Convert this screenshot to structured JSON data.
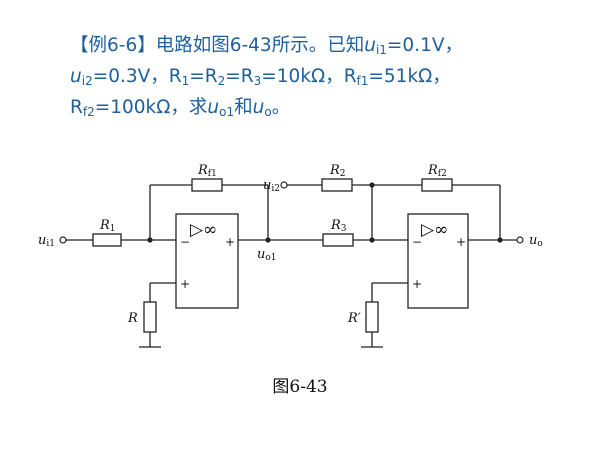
{
  "problem": {
    "tag": "【例6-6】",
    "intro": "电路如图6-43所示。已知",
    "ui1_value": "=0.1V，",
    "ui2_value": "=0.3V，",
    "r1_eq": "=R",
    "r2_eq": "=R",
    "r3_value": "=10kΩ，",
    "rf1_value": "=51kΩ，",
    "rf2_value": "=100kΩ，求",
    "and_text": "和",
    "end_mark": "。"
  },
  "circuit": {
    "labels": {
      "ui1": "u",
      "ui1_sub": "i1",
      "ui2": "u",
      "ui2_sub": "i2",
      "uo1": "u",
      "uo1_sub": "o1",
      "uo": "u",
      "uo_sub": "o",
      "R1": "R",
      "R1_sub": "1",
      "Rf1": "R",
      "Rf1_sub": "f1",
      "R2": "R",
      "R2_sub": "2",
      "R3": "R",
      "R3_sub": "3",
      "Rf2": "R",
      "Rf2_sub": "f2",
      "R": "R",
      "Rprime": "R′",
      "amp1_symbol": "▷∞",
      "amp2_symbol": "▷∞",
      "minus": "−",
      "plus": "+"
    }
  },
  "figure_caption": "图6-43"
}
